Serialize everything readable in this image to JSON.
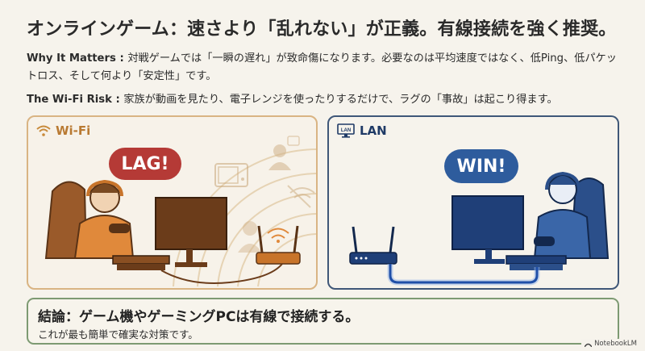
{
  "title": "オンラインゲーム：速さより「乱れない」が正義。有線接続を強く推奨。",
  "why_it_matters": {
    "lead": "Why It Matters : ",
    "text": "対戦ゲームでは「一瞬の遅れ」が致命傷になります。必要なのは平均速度ではなく、低Ping、低パケットロス、そして何より「安定性」です。"
  },
  "wifi_risk": {
    "lead": "The Wi-Fi Risk : ",
    "text": "家族が動画を見たり、電子レンジを使ったりするだけで、ラグの「事故」は起こり得ます。"
  },
  "panels": {
    "wifi": {
      "label": "Wi-Fi",
      "icon": "wifi-icon",
      "bubble": "LAG!",
      "color": "#b97a32",
      "bubble_color": "#b53a36"
    },
    "lan": {
      "label": "LAN",
      "icon": "lan-monitor-icon",
      "icon_text": "LAN",
      "bubble": "WIN!",
      "color": "#1f3a66",
      "bubble_color": "#2e5c9d"
    }
  },
  "conclusion": {
    "title": "結論：ゲーム機やゲーミングPCは有線で接続する。",
    "subtitle": "これが最も簡単で確実な対策です。"
  },
  "watermark": "NotebookLM"
}
